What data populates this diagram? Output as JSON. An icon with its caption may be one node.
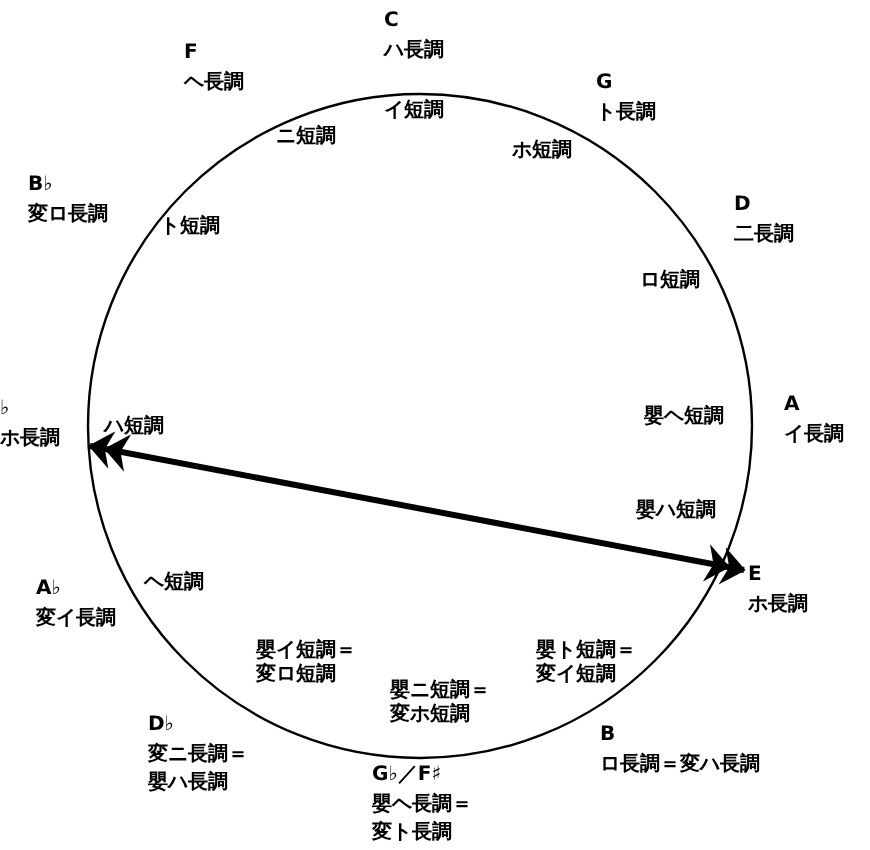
{
  "diagram": {
    "nodes": [
      {
        "text": [
          "C",
          "ハ長調"
        ]
      },
      {
        "text": [
          "G",
          "ト長調"
        ]
      },
      {
        "text": [
          "D",
          "二長調"
        ]
      },
      {
        "text": [
          "A",
          "イ長調"
        ]
      },
      {
        "text": [
          "E",
          "ホ長調"
        ]
      },
      {
        "text": [
          "B",
          "ロ長調＝変ハ長調"
        ]
      },
      {
        "text": [
          "G♭／F♯",
          "嬰ヘ長調＝変ト長調"
        ]
      },
      {
        "text": [
          "D♭",
          "変ニ長調＝嬰ハ長調"
        ]
      },
      {
        "text": [
          "A♭",
          "変イ長調"
        ]
      },
      {
        "text": [
          "♭",
          "ホ長調"
        ]
      },
      {
        "text": [
          "B♭",
          "変ロ長調"
        ]
      },
      {
        "text": [
          "F",
          "ヘ長調"
        ]
      }
    ],
    "edges": [
      {
        "from": 9,
        "to": 4,
        "arrow": "both"
      }
    ],
    "labels": [
      "イ短調",
      "ホ短調",
      "ロ短調",
      "嬰ヘ短調",
      "嬰ハ短調",
      "嬰ト短調＝変イ短調",
      "嬰ニ短調＝変ホ短調",
      "嬰イ短調＝変ロ短調",
      "ヘ短調",
      "ハ短調",
      "ト短調",
      "ニ短調"
    ]
  }
}
